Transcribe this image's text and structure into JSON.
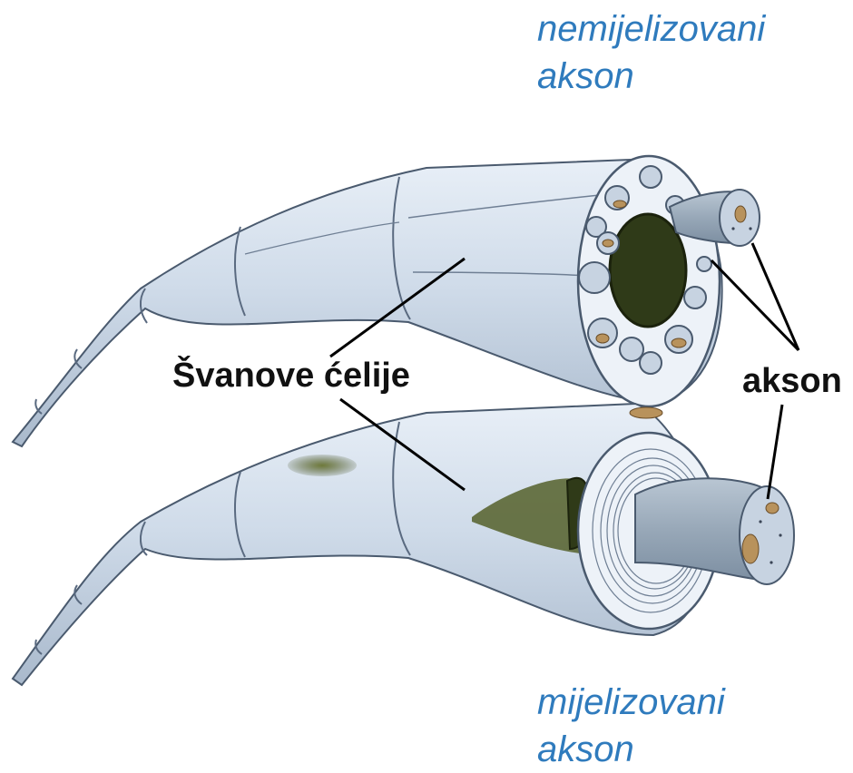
{
  "captions": {
    "unmyelinated_line1": "nemijelizovani",
    "unmyelinated_line2": "akson",
    "myelinated_line1": "mijelizovani",
    "myelinated_line2": "akson"
  },
  "labels": {
    "schwann_cells": "Švanove ćelije",
    "axon": "akson"
  },
  "colors": {
    "caption_text": "#2f7bbd",
    "sheath_fill": "#cfdae8",
    "sheath_outline": "#4a5a6e",
    "axon_fill": "#98a8b8",
    "nucleus_fill": "#2f3a18",
    "mitochondria": "#b8925c",
    "label_text": "#111111"
  }
}
